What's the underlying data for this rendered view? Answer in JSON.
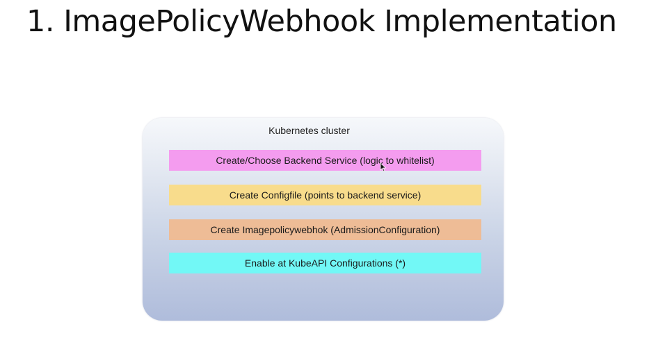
{
  "slide": {
    "title": "1. ImagePolicyWebhook Implementation"
  },
  "diagram": {
    "cluster_label": "Kubernetes cluster",
    "steps": [
      {
        "label": "Create/Choose Backend Service (logic to whitelist)",
        "color": "#f49cef"
      },
      {
        "label": "Create Configfile (points to backend service)",
        "color": "#f8dc8c"
      },
      {
        "label": "Create Imagepolicywebhok (AdmissionConfiguration)",
        "color": "#eebc96"
      },
      {
        "label": "Enable at KubeAPI  Configurations (*)",
        "color": "#72f8f6"
      }
    ]
  },
  "icons": {
    "cursor": "mouse-cursor-icon"
  }
}
